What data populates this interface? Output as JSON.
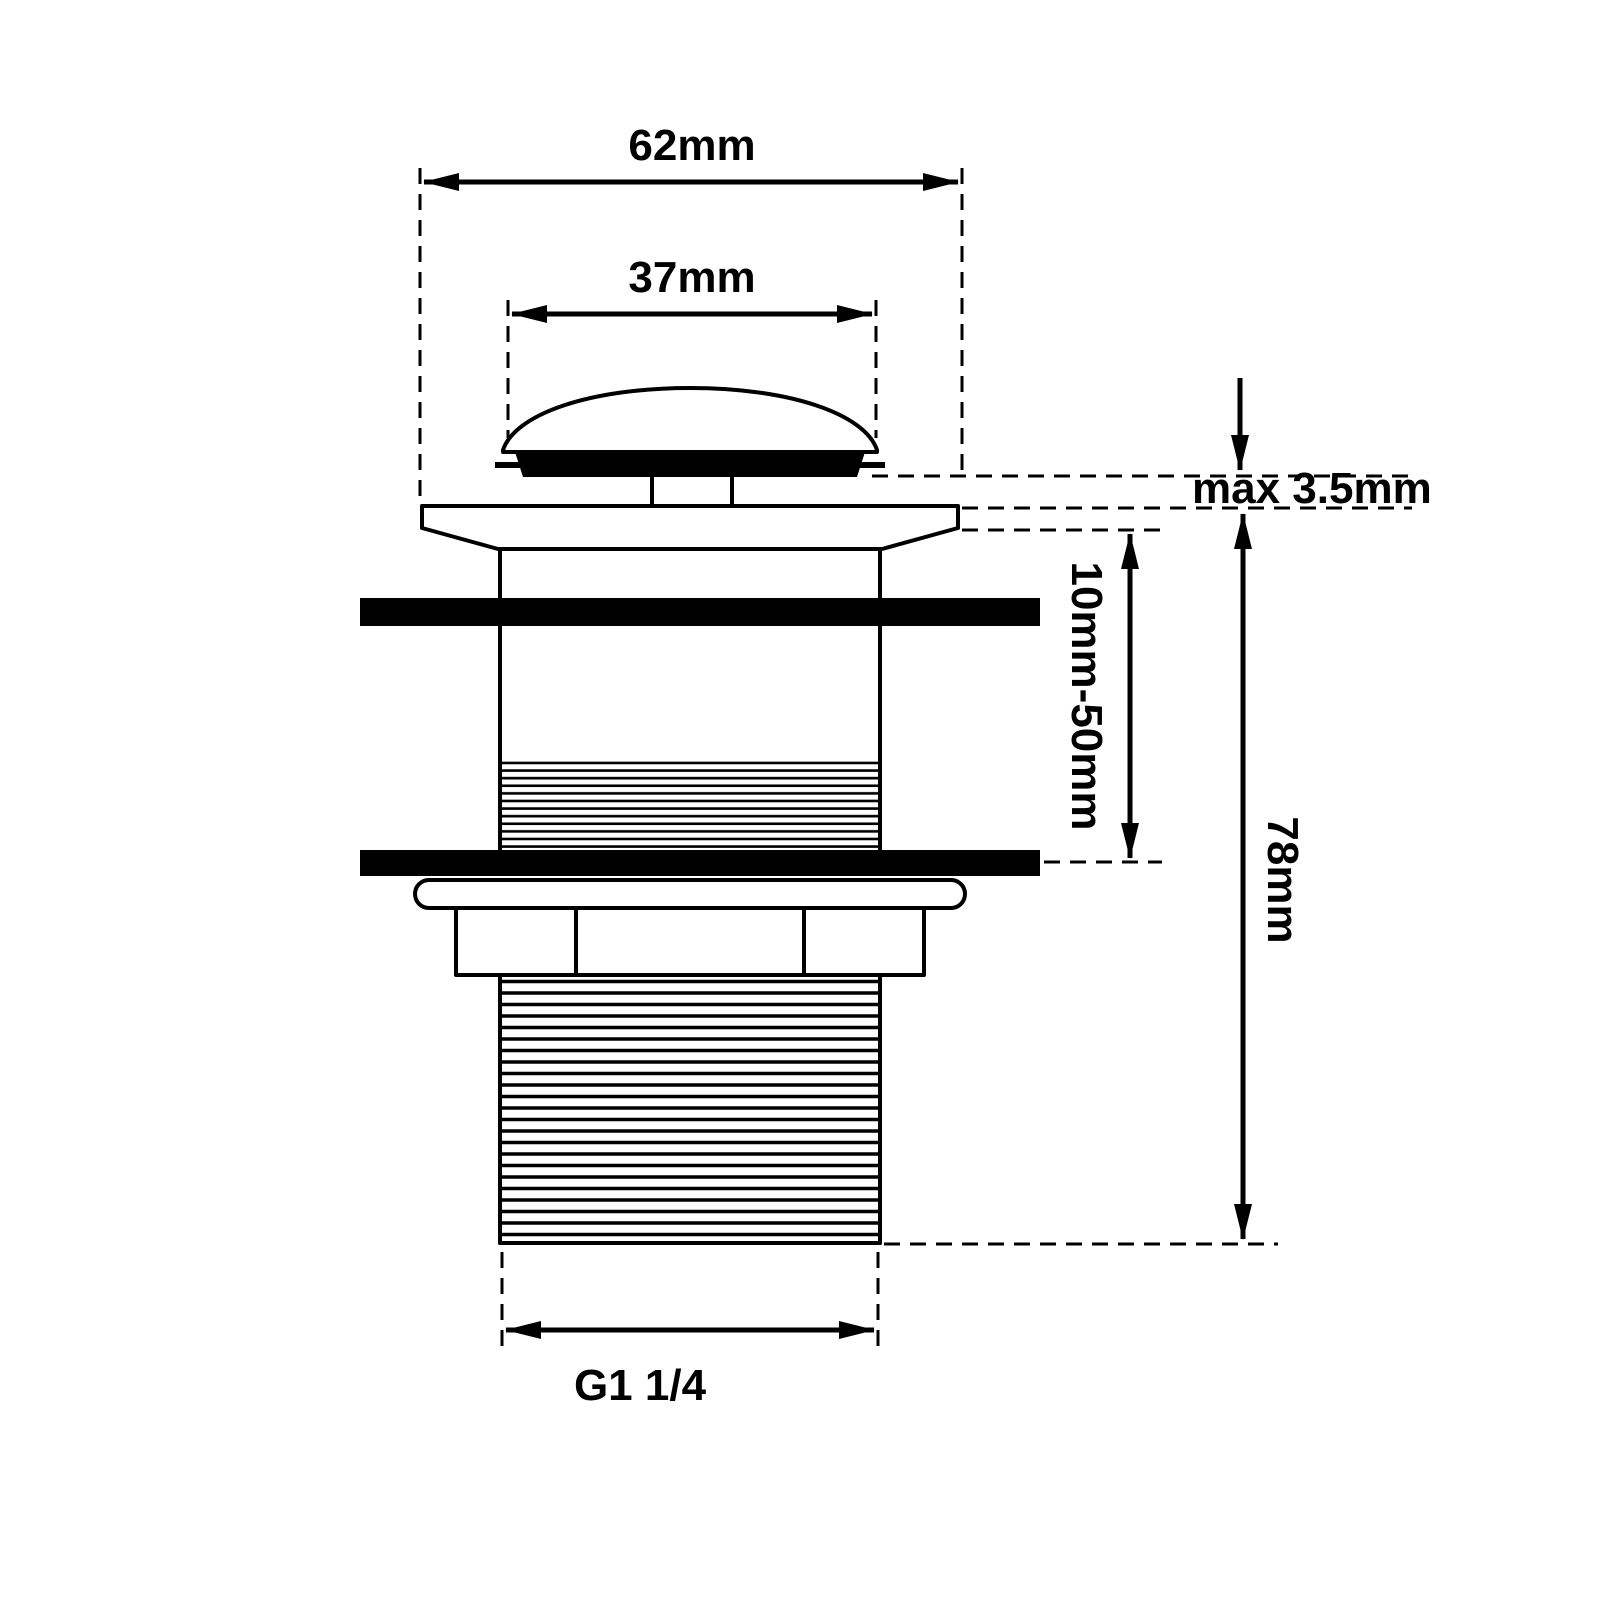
{
  "diagram": {
    "kind": "technical-drawing",
    "colors": {
      "line": "#000000",
      "background": "#ffffff"
    },
    "labels": {
      "top_outer_width": "62mm",
      "cap_width": "37mm",
      "cap_travel": "max 3.5mm",
      "clamping_range": "10mm-50mm",
      "overall_height": "78mm",
      "thread_spec": "G1 1/4"
    }
  }
}
